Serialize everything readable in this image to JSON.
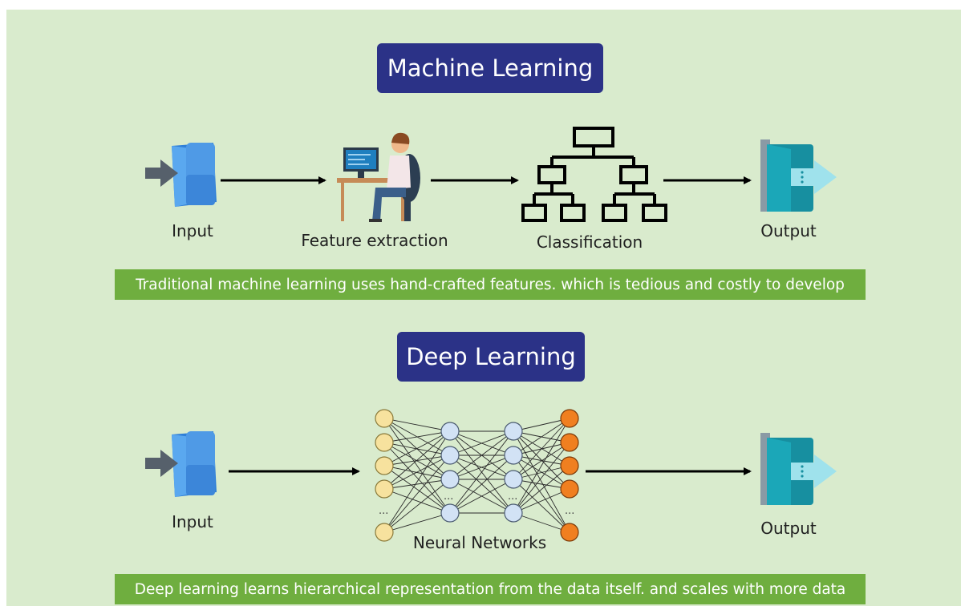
{
  "machine_learning": {
    "title": "Machine Learning",
    "steps": {
      "input": "Input",
      "feature_extraction": "Feature extraction",
      "classification": "Classification",
      "output": "Output"
    },
    "caption": "Traditional machine learning uses hand-crafted features. which is tedious and costly to develop"
  },
  "deep_learning": {
    "title": "Deep Learning",
    "steps": {
      "input": "Input",
      "neural_networks": "Neural Networks",
      "output": "Output"
    },
    "caption": "Deep learning learns hierarchical representation from the data itself. and scales with more data",
    "network": {
      "input_nodes": 6,
      "hidden1_nodes": 5,
      "hidden2_nodes": 5,
      "output_nodes": 6,
      "ellipsis": "..."
    }
  },
  "colors": {
    "background": "#d9ebcd",
    "title_pill": "#2b3287",
    "banner": "#6fae3f",
    "input_node": "#f7e29e",
    "hidden_node": "#d2e2f5",
    "output_node": "#f07f20",
    "input_icon": "#3a8fe0",
    "output_icon": "#1a9fb0"
  },
  "icons": [
    "enter-arrow-icon",
    "person-at-computer-icon",
    "hierarchy-tree-icon",
    "exit-arrow-icon"
  ]
}
